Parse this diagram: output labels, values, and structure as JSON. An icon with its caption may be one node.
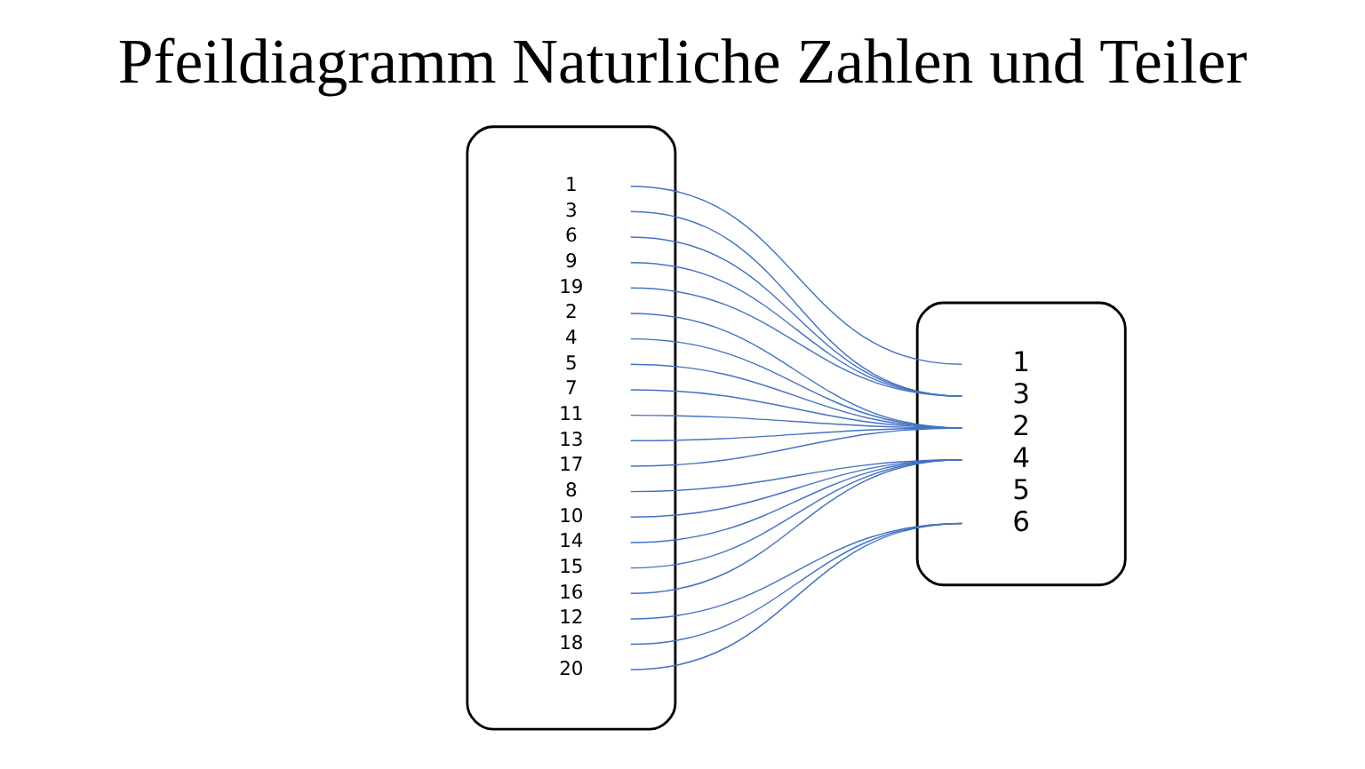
{
  "diagram": {
    "title": "Pfeildiagramm Naturliche Zahlen und Teiler",
    "nodes": [
      {
        "text": [],
        "shape": "ellipse"
      },
      {
        "text": [
          "1"
        ],
        "in": 0
      },
      {
        "text": [
          "2"
        ],
        "in": 0
      },
      {
        "text": [
          "3"
        ],
        "in": 0
      },
      {
        "text": [
          "4"
        ],
        "in": 0
      },
      {
        "text": [
          "5"
        ],
        "in": 0
      },
      {
        "text": [
          "6"
        ],
        "in": 0
      },
      {
        "text": [
          "7"
        ],
        "in": 0
      },
      {
        "text": [
          "8"
        ],
        "in": 0
      },
      {
        "text": [
          "9"
        ],
        "in": 0
      },
      {
        "text": [
          "10"
        ],
        "in": 0
      },
      {
        "text": [
          "11"
        ],
        "in": 0
      },
      {
        "text": [
          "12"
        ],
        "in": 0
      },
      {
        "text": [
          "13"
        ],
        "in": 0
      },
      {
        "text": [
          "14"
        ],
        "in": 0
      },
      {
        "text": [
          "15"
        ],
        "in": 0
      },
      {
        "text": [
          "16"
        ],
        "in": 0
      },
      {
        "text": [
          "17"
        ],
        "in": 0
      },
      {
        "text": [
          "18"
        ],
        "in": 0
      },
      {
        "text": [
          "19"
        ],
        "in": 0
      },
      {
        "text": [
          "20"
        ],
        "in": 0
      },
      {
        "text": [],
        "shape": "ellipse"
      },
      {
        "text": [
          "1"
        ],
        "in": 21
      },
      {
        "text": [
          "2"
        ],
        "in": 21
      },
      {
        "text": [
          "3"
        ],
        "in": 21
      },
      {
        "text": [
          "4"
        ],
        "in": 21
      },
      {
        "text": [
          "5"
        ],
        "in": 21
      },
      {
        "text": [
          "6"
        ],
        "in": 21
      }
    ],
    "edges": [
      {
        "from": 1,
        "to": 22,
        "arrow": "none"
      },
      {
        "from": 2,
        "to": 23,
        "arrow": "none"
      },
      {
        "from": 3,
        "to": 24,
        "arrow": "none"
      },
      {
        "from": 4,
        "to": 23,
        "arrow": "none"
      },
      {
        "from": 5,
        "to": 23,
        "arrow": "none"
      },
      {
        "from": 6,
        "to": 24,
        "arrow": "none"
      },
      {
        "from": 7,
        "to": 23,
        "arrow": "none"
      },
      {
        "from": 8,
        "to": 25,
        "arrow": "none"
      },
      {
        "from": 9,
        "to": 24,
        "arrow": "none"
      },
      {
        "from": 10,
        "to": 25,
        "arrow": "none"
      },
      {
        "from": 11,
        "to": 23,
        "arrow": "none"
      },
      {
        "from": 12,
        "to": 27,
        "arrow": "none"
      },
      {
        "from": 13,
        "to": 23,
        "arrow": "none"
      },
      {
        "from": 14,
        "to": 25,
        "arrow": "none"
      },
      {
        "from": 15,
        "to": 25,
        "arrow": "none"
      },
      {
        "from": 16,
        "to": 25,
        "arrow": "none"
      },
      {
        "from": 17,
        "to": 23,
        "arrow": "none"
      },
      {
        "from": 18,
        "to": 27,
        "arrow": "none"
      },
      {
        "from": 19,
        "to": 24,
        "arrow": "none"
      },
      {
        "from": 20,
        "to": 27,
        "arrow": "none"
      }
    ]
  }
}
